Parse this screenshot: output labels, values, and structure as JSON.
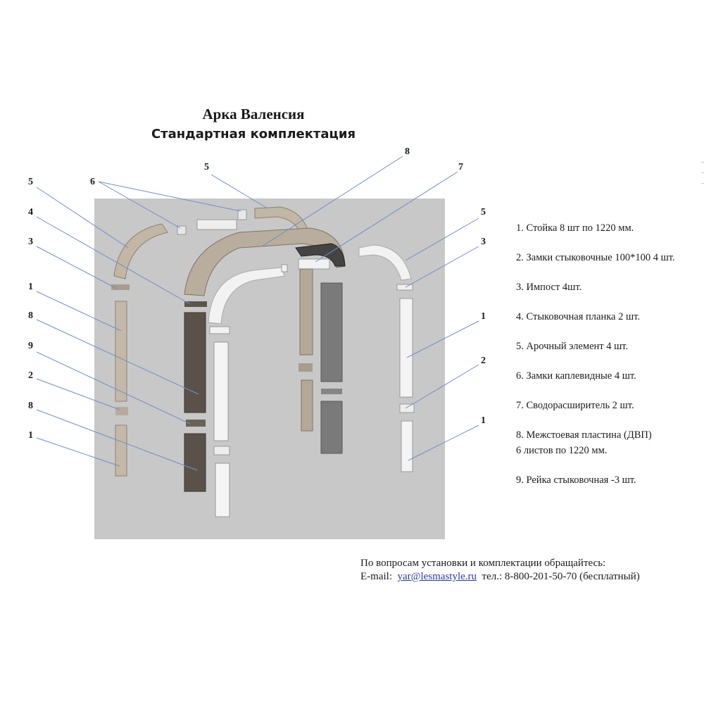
{
  "title": "Арка Валенсия",
  "subtitle": "Стандартная комплектация",
  "callouts": [
    {
      "label": "5"
    },
    {
      "label": "6"
    },
    {
      "label": "8"
    },
    {
      "label": "7"
    },
    {
      "label": "5"
    },
    {
      "label": "4"
    },
    {
      "label": "3"
    },
    {
      "label": "1"
    },
    {
      "label": "8"
    },
    {
      "label": "9"
    },
    {
      "label": "2"
    },
    {
      "label": "8"
    },
    {
      "label": "1"
    },
    {
      "label": "5"
    },
    {
      "label": "3"
    },
    {
      "label": "1"
    },
    {
      "label": "2"
    },
    {
      "label": "1"
    }
  ],
  "legend": [
    "1. Стойка  8 шт по 1220 мм.",
    "2. Замки стыковочные  100*100 4 шт.",
    "3. Импост 4шт.",
    "4. Стыковочная планка 2 шт.",
    "5. Арочный элемент 4 шт.",
    "6. Замки каплевидные 4 шт.",
    "7. Сводорасширитель 2 шт.",
    "8. Межстоевая пластина (ДВП)",
    "6 листов по 1220 мм.",
    "9. Рейка стыковочная -3 шт."
  ],
  "contact": {
    "line1": "По вопросам установки и комплектации обращайтесь:",
    "email_label": "E-mail:",
    "email": "yar@lesmastyle.ru",
    "phone": "тел.: 8-800-201-50-70 (бесплатный)"
  },
  "colors": {
    "background_panel": "#c8c8c8",
    "wood_beige": "#c4b8a8",
    "wood_dark": "#5a524a",
    "white_part": "#f2f2f2",
    "leader_line": "#6f8fc9"
  }
}
